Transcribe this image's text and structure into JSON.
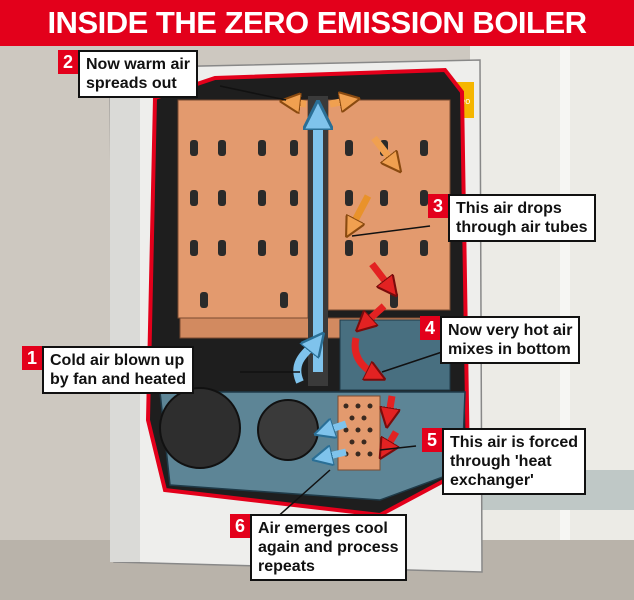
{
  "title": "INSIDE THE ZERO EMISSION BOILER",
  "brand_label": "tepeo",
  "callouts": [
    {
      "number": "1",
      "text": "Cold air blown up\nby fan and heated"
    },
    {
      "number": "2",
      "text": "Now warm air\nspreads out"
    },
    {
      "number": "3",
      "text": "This air drops\nthrough air tubes"
    },
    {
      "number": "4",
      "text": "Now very hot air\nmixes in bottom"
    },
    {
      "number": "5",
      "text": "This air is forced\nthrough 'heat\nexchanger'"
    },
    {
      "number": "6",
      "text": "Air emerges cool\nagain and process\nrepeats"
    }
  ],
  "colors": {
    "banner": "#e3001b",
    "outline": "#e3001b",
    "core": "#e39a6e",
    "base": "#5d8596",
    "cool_arrow": "#7fc3ec",
    "warm_arrow": "#f0a050",
    "hot_arrow": "#e32222"
  }
}
